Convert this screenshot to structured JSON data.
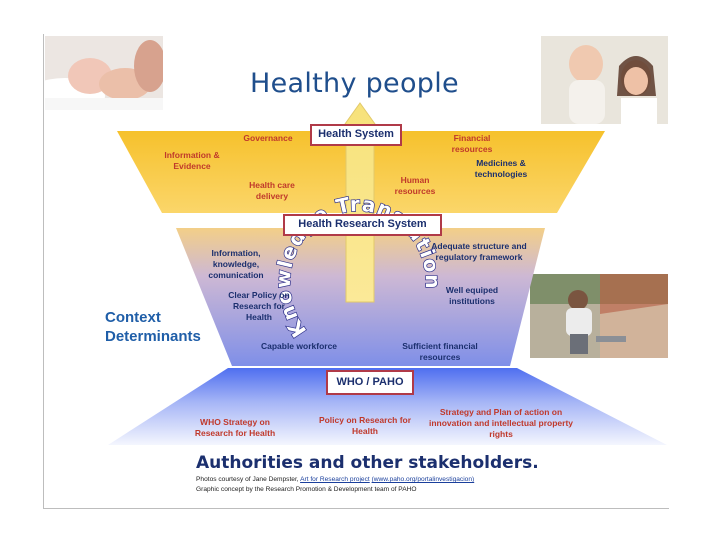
{
  "title": "Healthy people",
  "boxes": {
    "health_system": "Health System",
    "health_research_system": "Health Research System",
    "who_paho": "WHO / PAHO"
  },
  "top_labels": {
    "governance": "Governance",
    "information_evidence": "Information & Evidence",
    "health_care_delivery": "Health care delivery",
    "financial_resources": "Financial resources",
    "medicines_technologies": "Medicines & technologies",
    "human_resources": "Human resources"
  },
  "middle_labels": {
    "information_knowledge": "Information, knowledge, comunication",
    "clear_policy": "Clear Policy on Research for Health",
    "adequate_structure": "Adequate structure and regulatory framework",
    "well_equiped": "Well equiped institutions",
    "capable_workforce": "Capable workforce",
    "sufficient_financial": "Sufficient financial resources"
  },
  "arc_text": "Knowledge Translation",
  "context": {
    "line1": "Context",
    "line2": "Determinants"
  },
  "bottom_labels": {
    "who_strategy": "WHO Strategy on Research for Health",
    "policy": "Policy on Research for Health",
    "strategy_plan": "Strategy and Plan of action on innovation and intellectual property rights"
  },
  "authorities": "Authorities and other stakeholders.",
  "credits": {
    "line1_prefix": "Photos courtesy of Jane Dempster,",
    "line1_link1": "Art for Research project",
    "line1_link2": "(www.paho.org/portalinvestigacion)",
    "line2": "Graphic concept by the Research Promotion & Development team of PAHO"
  },
  "colors": {
    "title": "#1f4e8c",
    "label_red": "#c0392b",
    "label_navy": "#1b2f6e",
    "box_border": "#b03a48",
    "arrow_yellow": "#f7e27a"
  }
}
